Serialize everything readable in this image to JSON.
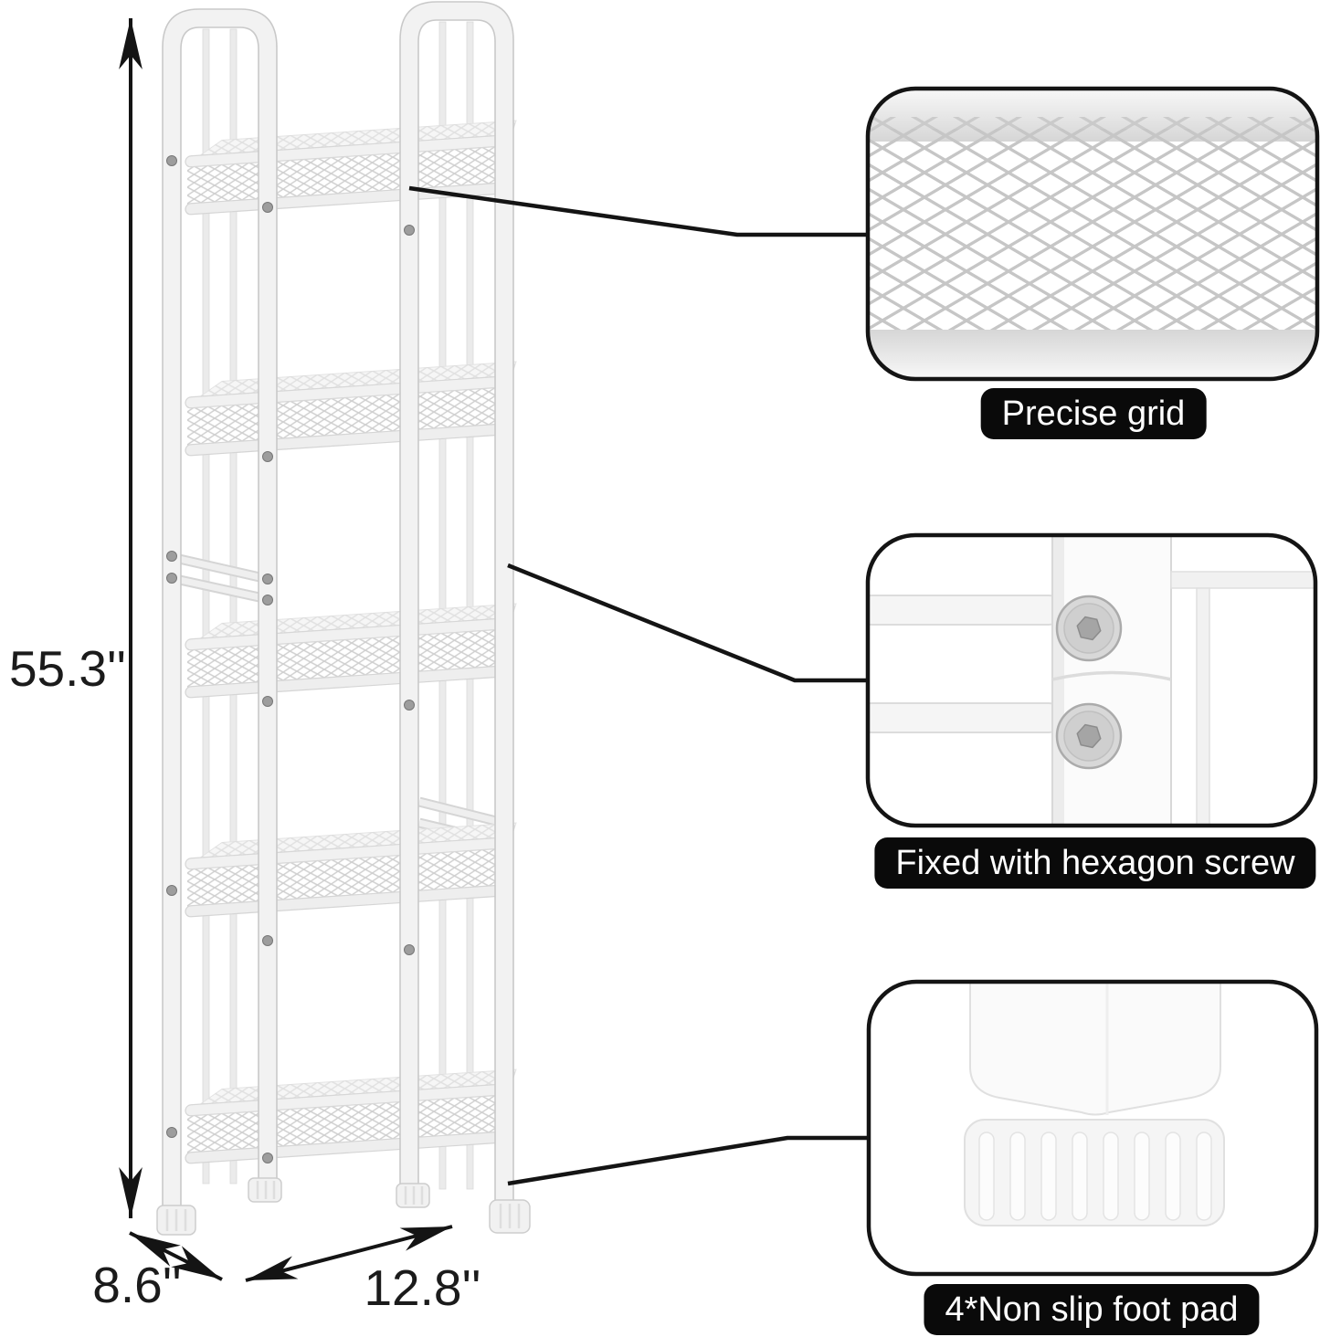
{
  "figure": {
    "type": "product-dimension-diagram",
    "background": "#ffffff",
    "tiers_visible": 5
  },
  "dimensions": {
    "height": "55.3''",
    "depth": "8.6''",
    "width": "12.8''"
  },
  "callouts": [
    {
      "id": "precise-grid",
      "label": "Precise grid"
    },
    {
      "id": "hexagon-screw",
      "label": "Fixed with hexagon screw"
    },
    {
      "id": "foot-pad",
      "label": "4*Non slip foot pad"
    }
  ],
  "colors": {
    "outline": "#141414",
    "label_background": "#0a0a0a",
    "label_text": "#ffffff",
    "tube_fill": "#f2f2f2",
    "tube_stroke": "#c9c9c9",
    "mesh_stroke": "#c6c6c6"
  }
}
